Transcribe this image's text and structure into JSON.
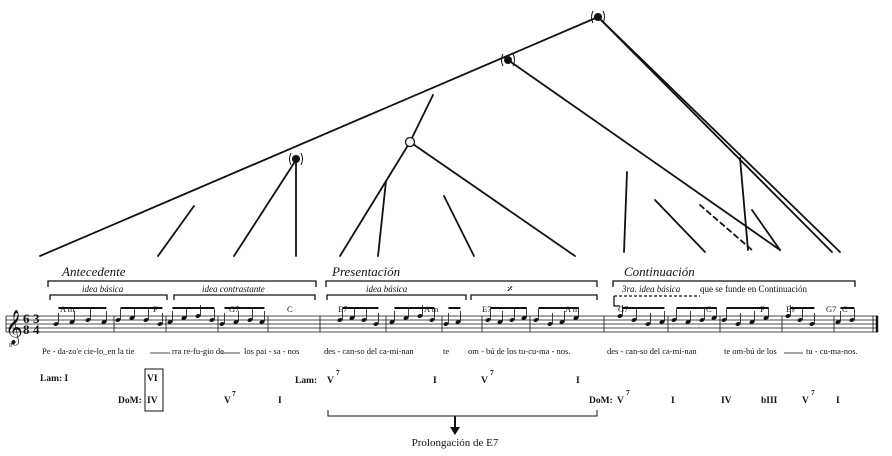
{
  "sections": {
    "antecedente": "Antecedente",
    "presentacion": "Presentación",
    "continuacion": "Continuación"
  },
  "sub_labels": {
    "idea_basica_1": "idea básica",
    "idea_contrastante": "idea contrastante",
    "idea_basica_2": "idea básica",
    "repeat_sign": "𝄎",
    "tercera_idea_a": "3ra. idea básica",
    "tercera_idea_b": "que se funde en Continuación"
  },
  "time_signature": {
    "top_a": "6",
    "bottom_a": "8",
    "top_b": "3",
    "bottom_b": "4"
  },
  "chords": [
    "A m",
    "F",
    "G7",
    "C",
    "E7",
    "A m",
    "E7",
    "A m",
    "G7",
    "C",
    "F",
    "E♭",
    "G7",
    "C"
  ],
  "lyrics": [
    "Pe - da-zo'e cie-lo_en la tie",
    "rra re-fu-gio de",
    "los pai - sa - nos",
    "des - can-so del ca-mi-nan",
    "te",
    "om - bú de los tu-cu-ma - nos.",
    "des - can-so del ca-mi-nan",
    "te om-bú de los",
    "tu - cu-ma-nos."
  ],
  "analysis": {
    "lam_1": "Lam: I",
    "vi": "VI",
    "dom_1": "DoM:",
    "iv_1": "IV",
    "v7_1": "V",
    "i_1": "I",
    "lam_2": "Lam:",
    "v7_2": "V",
    "i_2": "I",
    "v7_3": "V",
    "i_3": "I",
    "dom_2": "DoM:",
    "v7_4": "V",
    "i_4": "I",
    "iv_2": "IV",
    "biii": "bIII",
    "v7_5": "V",
    "i_5": "I",
    "sup7": "7"
  },
  "caption": "Prolongación de E7"
}
